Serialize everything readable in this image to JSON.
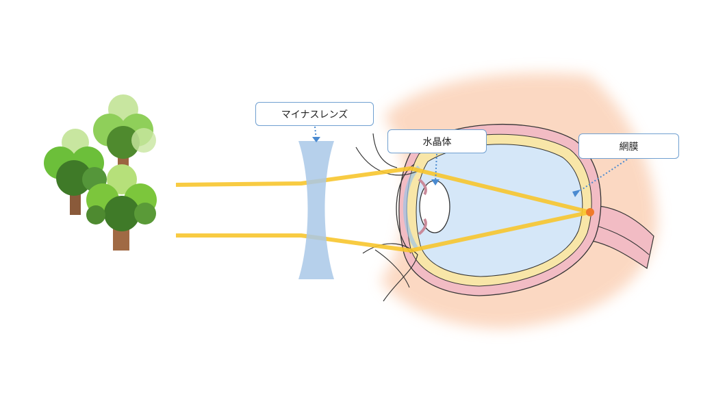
{
  "labels": {
    "lens": "マイナスレンズ",
    "crystalline_lens": "水晶体",
    "retina": "網膜"
  },
  "colors": {
    "light_ray": "#f7c52e",
    "lens_fill": "#a9c8e8",
    "leader_line": "#4a8ad0",
    "focal_point": "#f07a2a",
    "eye_outer_pink": "#f2bcc4",
    "eye_yellow_layer": "#f8e6a8",
    "vitreous_blue": "#d5e7f8",
    "skin_orange": "#fbd2b8",
    "tree_green": "#6cbf3a",
    "tree_trunk": "#9b6440"
  },
  "icons": {
    "trees": "trees-icon",
    "lens": "concave-lens-icon",
    "eye": "eye-cross-section-icon"
  }
}
